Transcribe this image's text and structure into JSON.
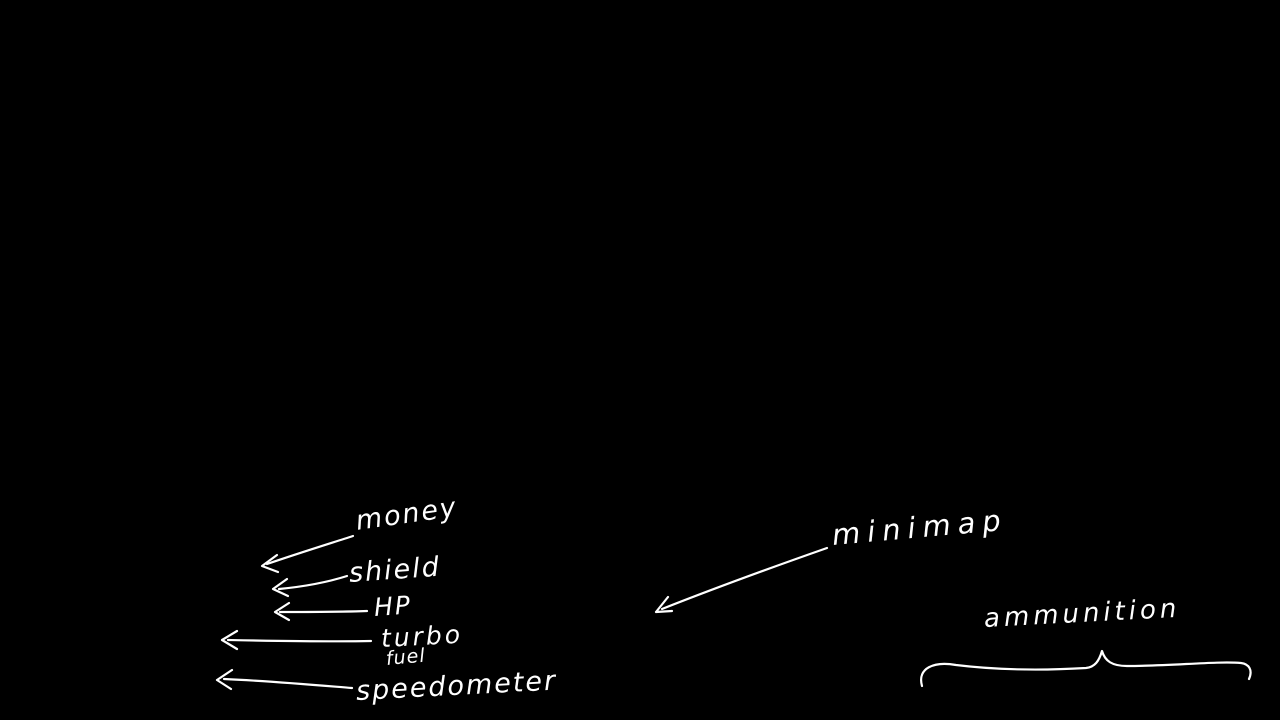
{
  "canvas": {
    "background": "#000000",
    "ink": "#ffffff"
  },
  "annotations": {
    "money": {
      "label": "money"
    },
    "shield": {
      "label": "shield"
    },
    "hp": {
      "label": "HP"
    },
    "turbo": {
      "label": "turbo"
    },
    "fuel": {
      "label": "fuel"
    },
    "speedometer": {
      "label": "speedometer"
    },
    "minimap": {
      "label": "minimap"
    },
    "ammunition": {
      "label": "ammunition"
    }
  }
}
